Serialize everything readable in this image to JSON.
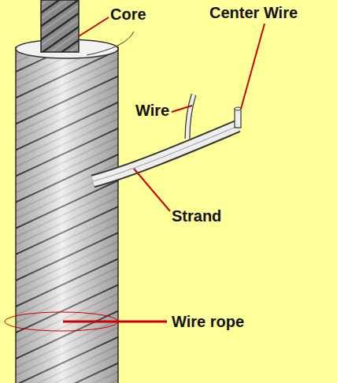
{
  "diagram": {
    "labels": [
      "Core",
      "Center Wire",
      "Wire",
      "Strand",
      "Wire rope"
    ]
  }
}
